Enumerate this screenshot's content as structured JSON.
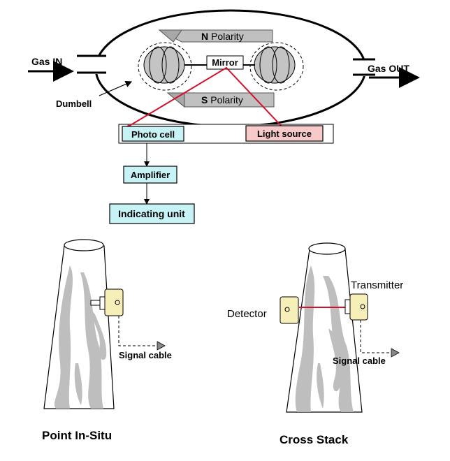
{
  "analyzer": {
    "gas_in": "Gas IN",
    "gas_out": "Gas OUT",
    "dumbell": "Dumbell",
    "mirror": "Mirror",
    "n_polarity_letter": "N",
    "n_polarity_word": " Polarity",
    "s_polarity_letter": "S",
    "s_polarity_word": " Polarity",
    "photo_cell": "Photo cell",
    "light_source": "Light source",
    "amplifier": "Amplifier",
    "indicating_unit": "Indicating unit"
  },
  "point_in_situ": {
    "signal_cable": "Signal cable",
    "caption": "Point In-Situ"
  },
  "cross_stack": {
    "detector": "Detector",
    "transmitter": "Transmitter",
    "signal_cable": "Signal cable",
    "caption": "Cross Stack"
  },
  "colors": {
    "beam_red": "#d2122e",
    "photo_cell_fill": "#c8f3f6",
    "light_source_fill": "#f7c9c9",
    "box_cyan": "#c8f3f6",
    "device_fill": "#f6f0b8",
    "smoke_gray": "#b8b8b8"
  }
}
